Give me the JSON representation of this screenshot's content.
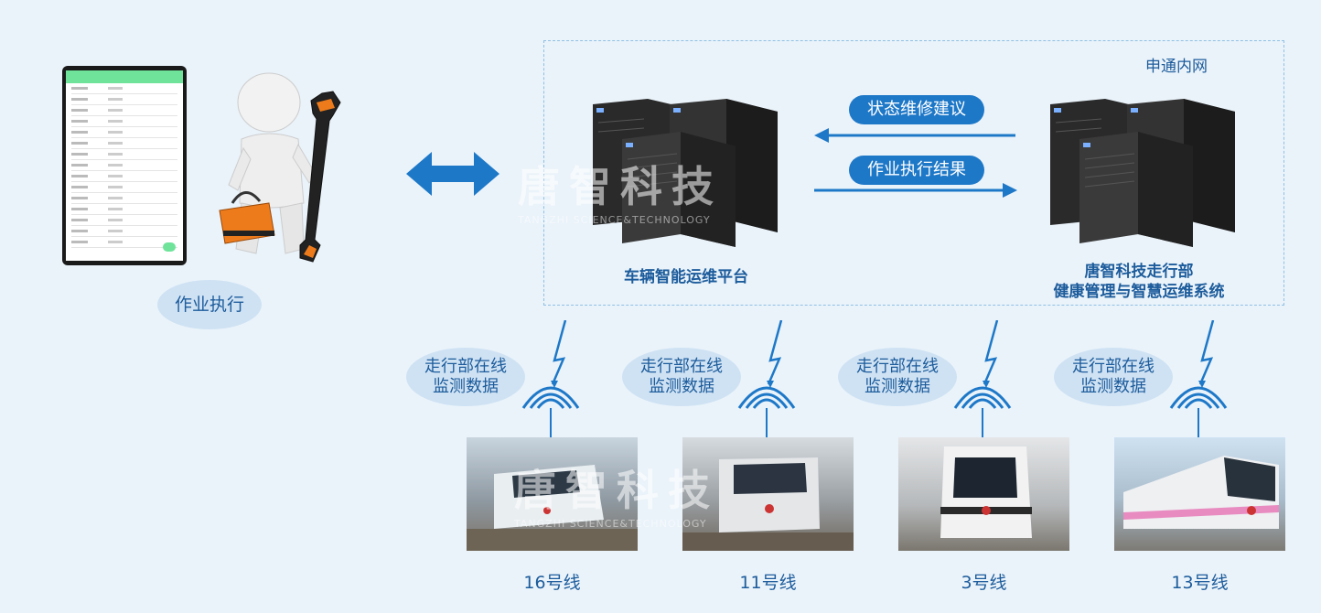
{
  "left": {
    "execution_label": "作业执行"
  },
  "intranet": {
    "label": "申通内网",
    "left_caption": "车辆智能运维平台",
    "right_caption_line1": "唐智科技走行部",
    "right_caption_line2": "健康管理与智慧运维系统",
    "arrow_left_label": "状态维修建议",
    "arrow_right_label": "作业执行结果"
  },
  "watermark": {
    "text": "唐智科技",
    "sub": "TANGZHI SCIENCE&TECHNOLOGY"
  },
  "lines": [
    {
      "bubble_line1": "走行部在线",
      "bubble_line2": "监测数据",
      "name": "16号线"
    },
    {
      "bubble_line1": "走行部在线",
      "bubble_line2": "监测数据",
      "name": "11号线"
    },
    {
      "bubble_line1": "走行部在线",
      "bubble_line2": "监测数据",
      "name": "3号线"
    },
    {
      "bubble_line1": "走行部在线",
      "bubble_line2": "监测数据",
      "name": "13号线"
    }
  ],
  "colors": {
    "background": "#eaf3fa",
    "accent": "#1e78c8",
    "bubble": "#cfe2f3",
    "text": "#1d5c9c"
  }
}
